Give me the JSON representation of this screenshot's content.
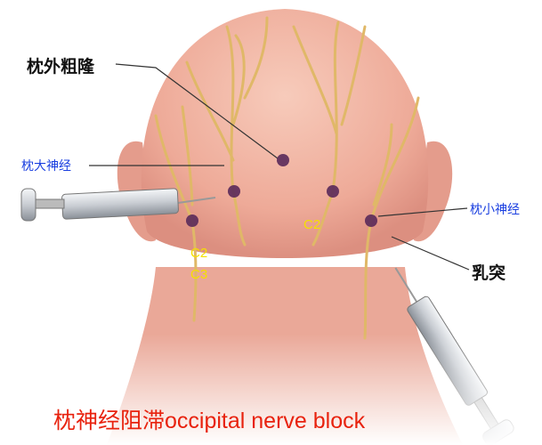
{
  "labels": {
    "external_occipital_protuberance": "枕外粗隆",
    "greater_occipital_nerve": "枕大神经",
    "lesser_occipital_nerve": "枕小神经",
    "mastoid": "乳突",
    "c2_left": "C2",
    "c3_left": "C3",
    "c2_right": "C2"
  },
  "title": "枕神经阻滞occipital nerve block",
  "colors": {
    "skin": "#f0b8a8",
    "nerve": "#e8c070",
    "injection_point": "#5a2a5a",
    "label_blue": "#1a3fe0",
    "title_red": "#e8220e",
    "vertebra_label": "#f5e000"
  }
}
